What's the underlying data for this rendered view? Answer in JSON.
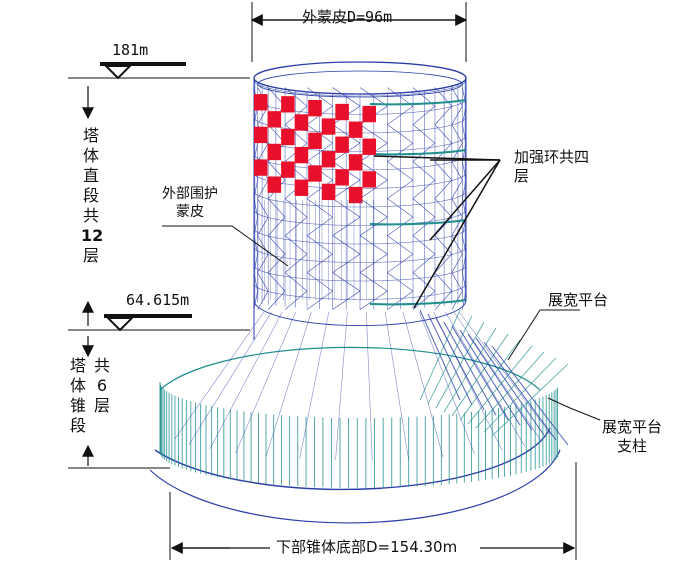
{
  "labels": {
    "outer_diameter": "外蒙皮D=96m",
    "elev_top": "181m",
    "elev_mid": "64.615m",
    "straight_section": [
      "塔",
      "体",
      "直",
      "段",
      "共",
      "12",
      "层"
    ],
    "cone_col_left": [
      "塔",
      "体",
      "锥",
      "段"
    ],
    "cone_col_right": [
      "共",
      "6",
      "层"
    ],
    "outer_skin": [
      "外部围护",
      "蒙皮"
    ],
    "rings": [
      "加强环共四",
      "层"
    ],
    "platform": "展宽平台",
    "platform_column": [
      "展宽平台",
      "支柱"
    ],
    "base_diameter": "下部锥体底部D=154.30m"
  },
  "colors": {
    "lattice": "#2b3ea8",
    "teal": "#1f8f8f",
    "cladding_red": "#e8102a",
    "annotation": "#111111"
  }
}
